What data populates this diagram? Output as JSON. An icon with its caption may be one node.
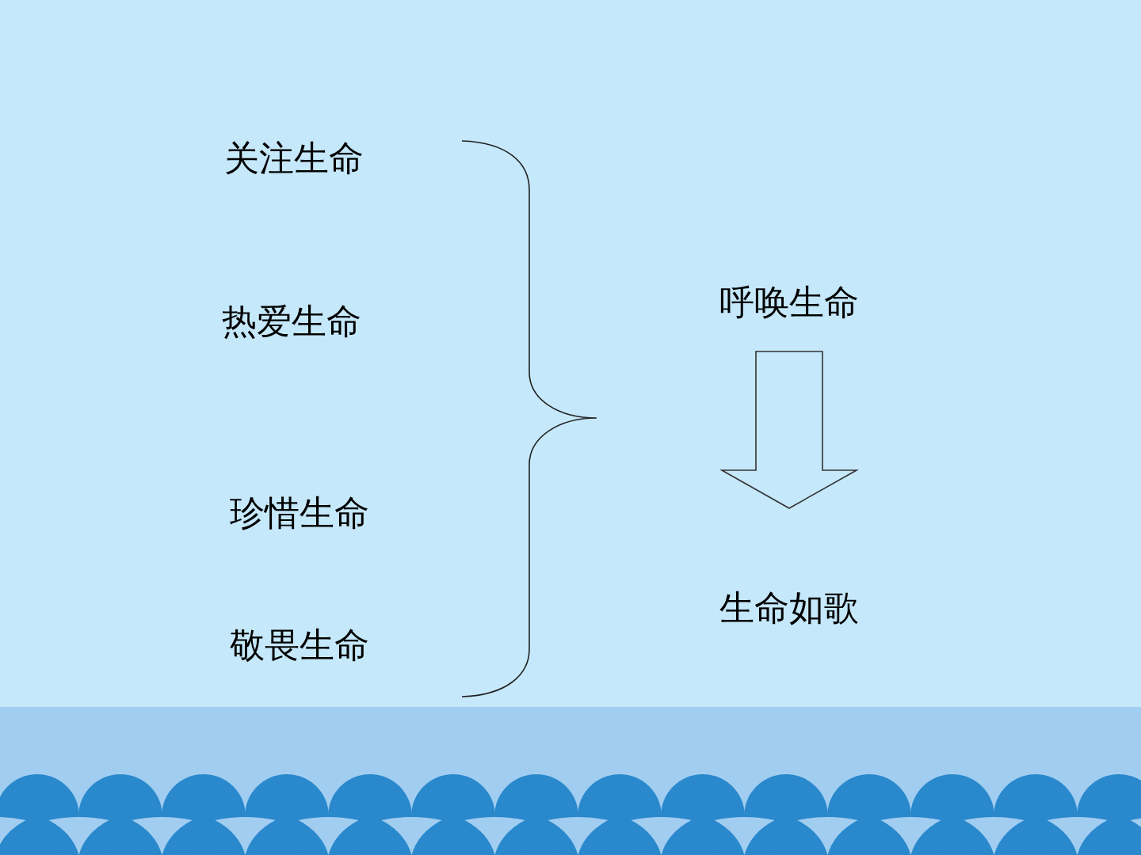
{
  "diagram": {
    "nodes": [
      {
        "text": [
          "关注生命"
        ]
      },
      {
        "text": [
          "热爱生命"
        ]
      },
      {
        "text": [
          "珍惜生命"
        ]
      },
      {
        "text": [
          "敬畏生命"
        ]
      },
      {
        "text": [
          "呼唤生命"
        ]
      },
      {
        "text": [
          "生命如歌"
        ]
      }
    ],
    "edges": [
      {
        "from": 4,
        "to": 5,
        "arrow": "to"
      }
    ]
  }
}
